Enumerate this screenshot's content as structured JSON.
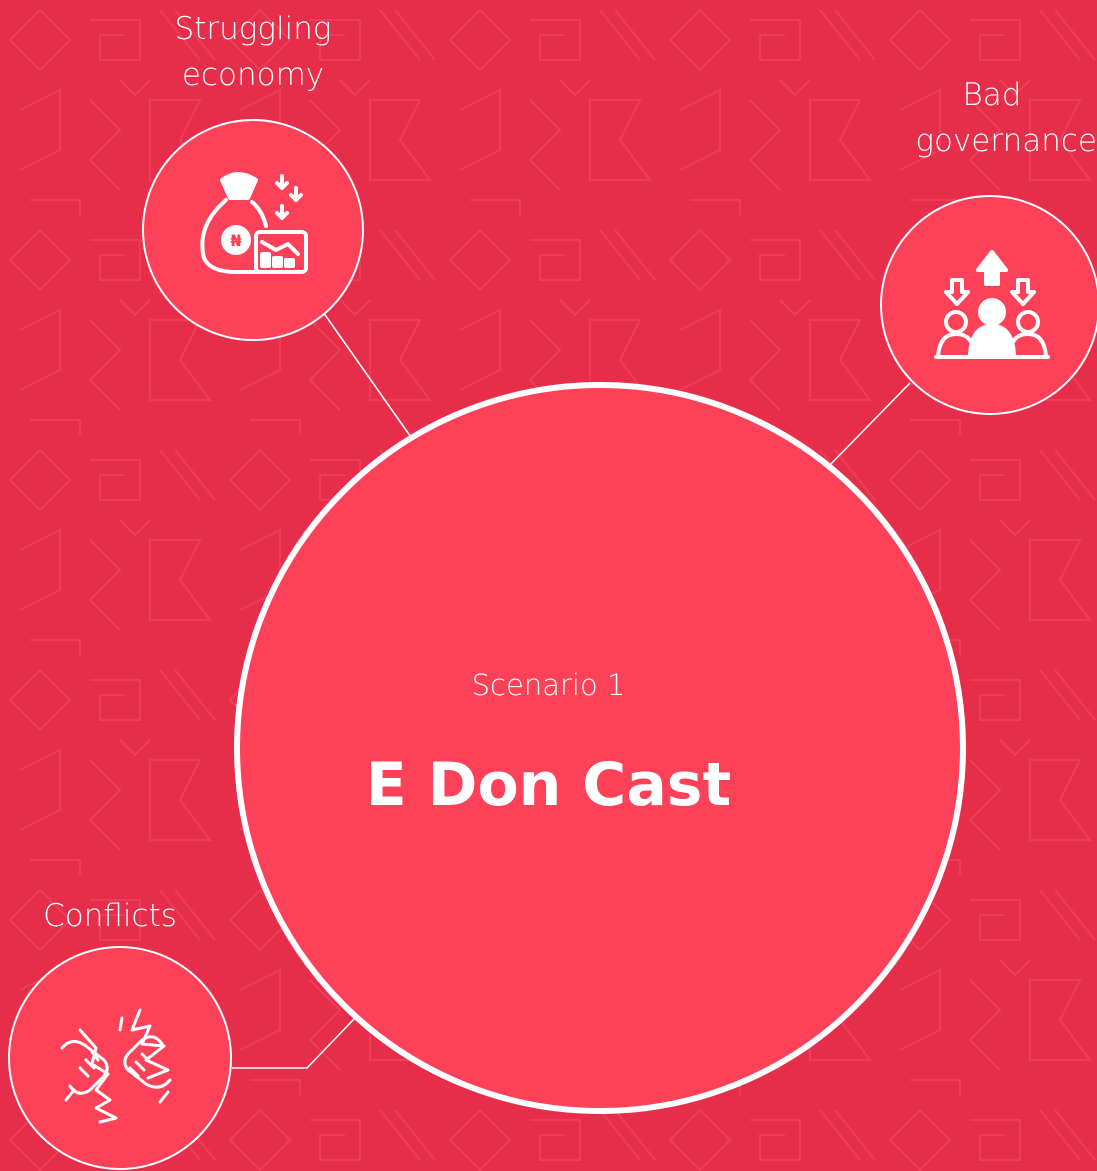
{
  "center": {
    "subtitle": "Scenario 1",
    "title": "E Don Cast"
  },
  "nodes": [
    {
      "id": "economy",
      "label_lines": [
        "Struggling",
        "economy"
      ],
      "icon": "money-bag-decline-icon"
    },
    {
      "id": "governance",
      "label_lines": [
        "Bad",
        "governance"
      ],
      "icon": "people-arrows-icon"
    },
    {
      "id": "conflicts",
      "label_lines": [
        "Conflicts"
      ],
      "icon": "fist-bump-clash-icon"
    }
  ],
  "colors": {
    "background": "#e62e4b",
    "circle_fill": "#fd4158",
    "stroke": "#ffffff"
  }
}
